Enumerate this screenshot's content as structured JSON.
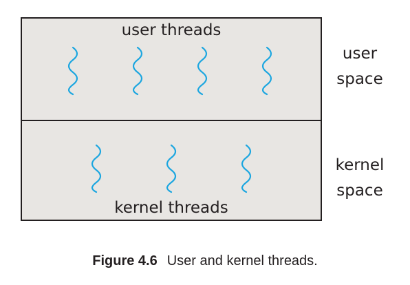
{
  "diagram": {
    "user_threads_label": "user threads",
    "kernel_threads_label": "kernel threads",
    "user_space_label": [
      "user",
      "space"
    ],
    "kernel_space_label": [
      "kernel",
      "space"
    ],
    "user_thread_count": 4,
    "kernel_thread_count": 3,
    "thread_color": "#1ba6e0",
    "region_fill": "#e8e6e3",
    "border_color": "#231f20"
  },
  "caption": {
    "label": "Figure 4.6",
    "text": "User and kernel threads."
  }
}
